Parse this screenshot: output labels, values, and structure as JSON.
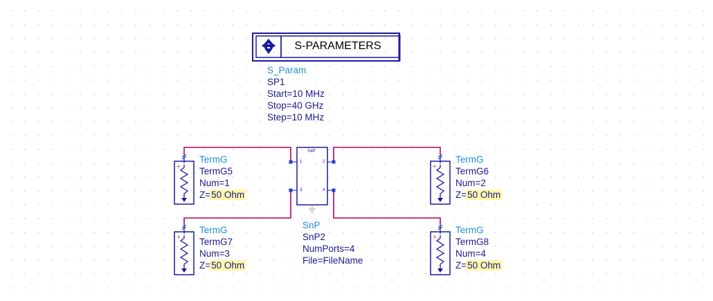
{
  "colors": {
    "wire": "#b00060",
    "component": "#1a1aa0",
    "label": "#1a1a8c",
    "type_label": "#1f8fd8",
    "highlight": "#fff7a8",
    "pin": "#1a44cc",
    "plus": "#e05010"
  },
  "sparam": {
    "title": "S-PARAMETERS",
    "icon": "s-parameter-controller-icon",
    "type": "S_Param",
    "name": "SP1",
    "start": "Start=10 MHz",
    "stop": "Stop=40 GHz",
    "step": "Step=10 MHz"
  },
  "snp": {
    "symbol_label": "S4P",
    "pins": [
      "1",
      "2",
      "3",
      "4"
    ],
    "type": "SnP",
    "name": "SnP2",
    "numports": "NumPorts=4",
    "file": "File=FileName"
  },
  "terms": [
    {
      "type": "TermG",
      "name": "TermG5",
      "num": "Num=1",
      "z_prefix": "Z=",
      "z_value": "50 Ohm"
    },
    {
      "type": "TermG",
      "name": "TermG6",
      "num": "Num=2",
      "z_prefix": "Z=",
      "z_value": "50 Ohm"
    },
    {
      "type": "TermG",
      "name": "TermG7",
      "num": "Num=3",
      "z_prefix": "Z=",
      "z_value": "50 Ohm"
    },
    {
      "type": "TermG",
      "name": "TermG8",
      "num": "Num=4",
      "z_prefix": "Z=",
      "z_value": "50 Ohm"
    }
  ]
}
